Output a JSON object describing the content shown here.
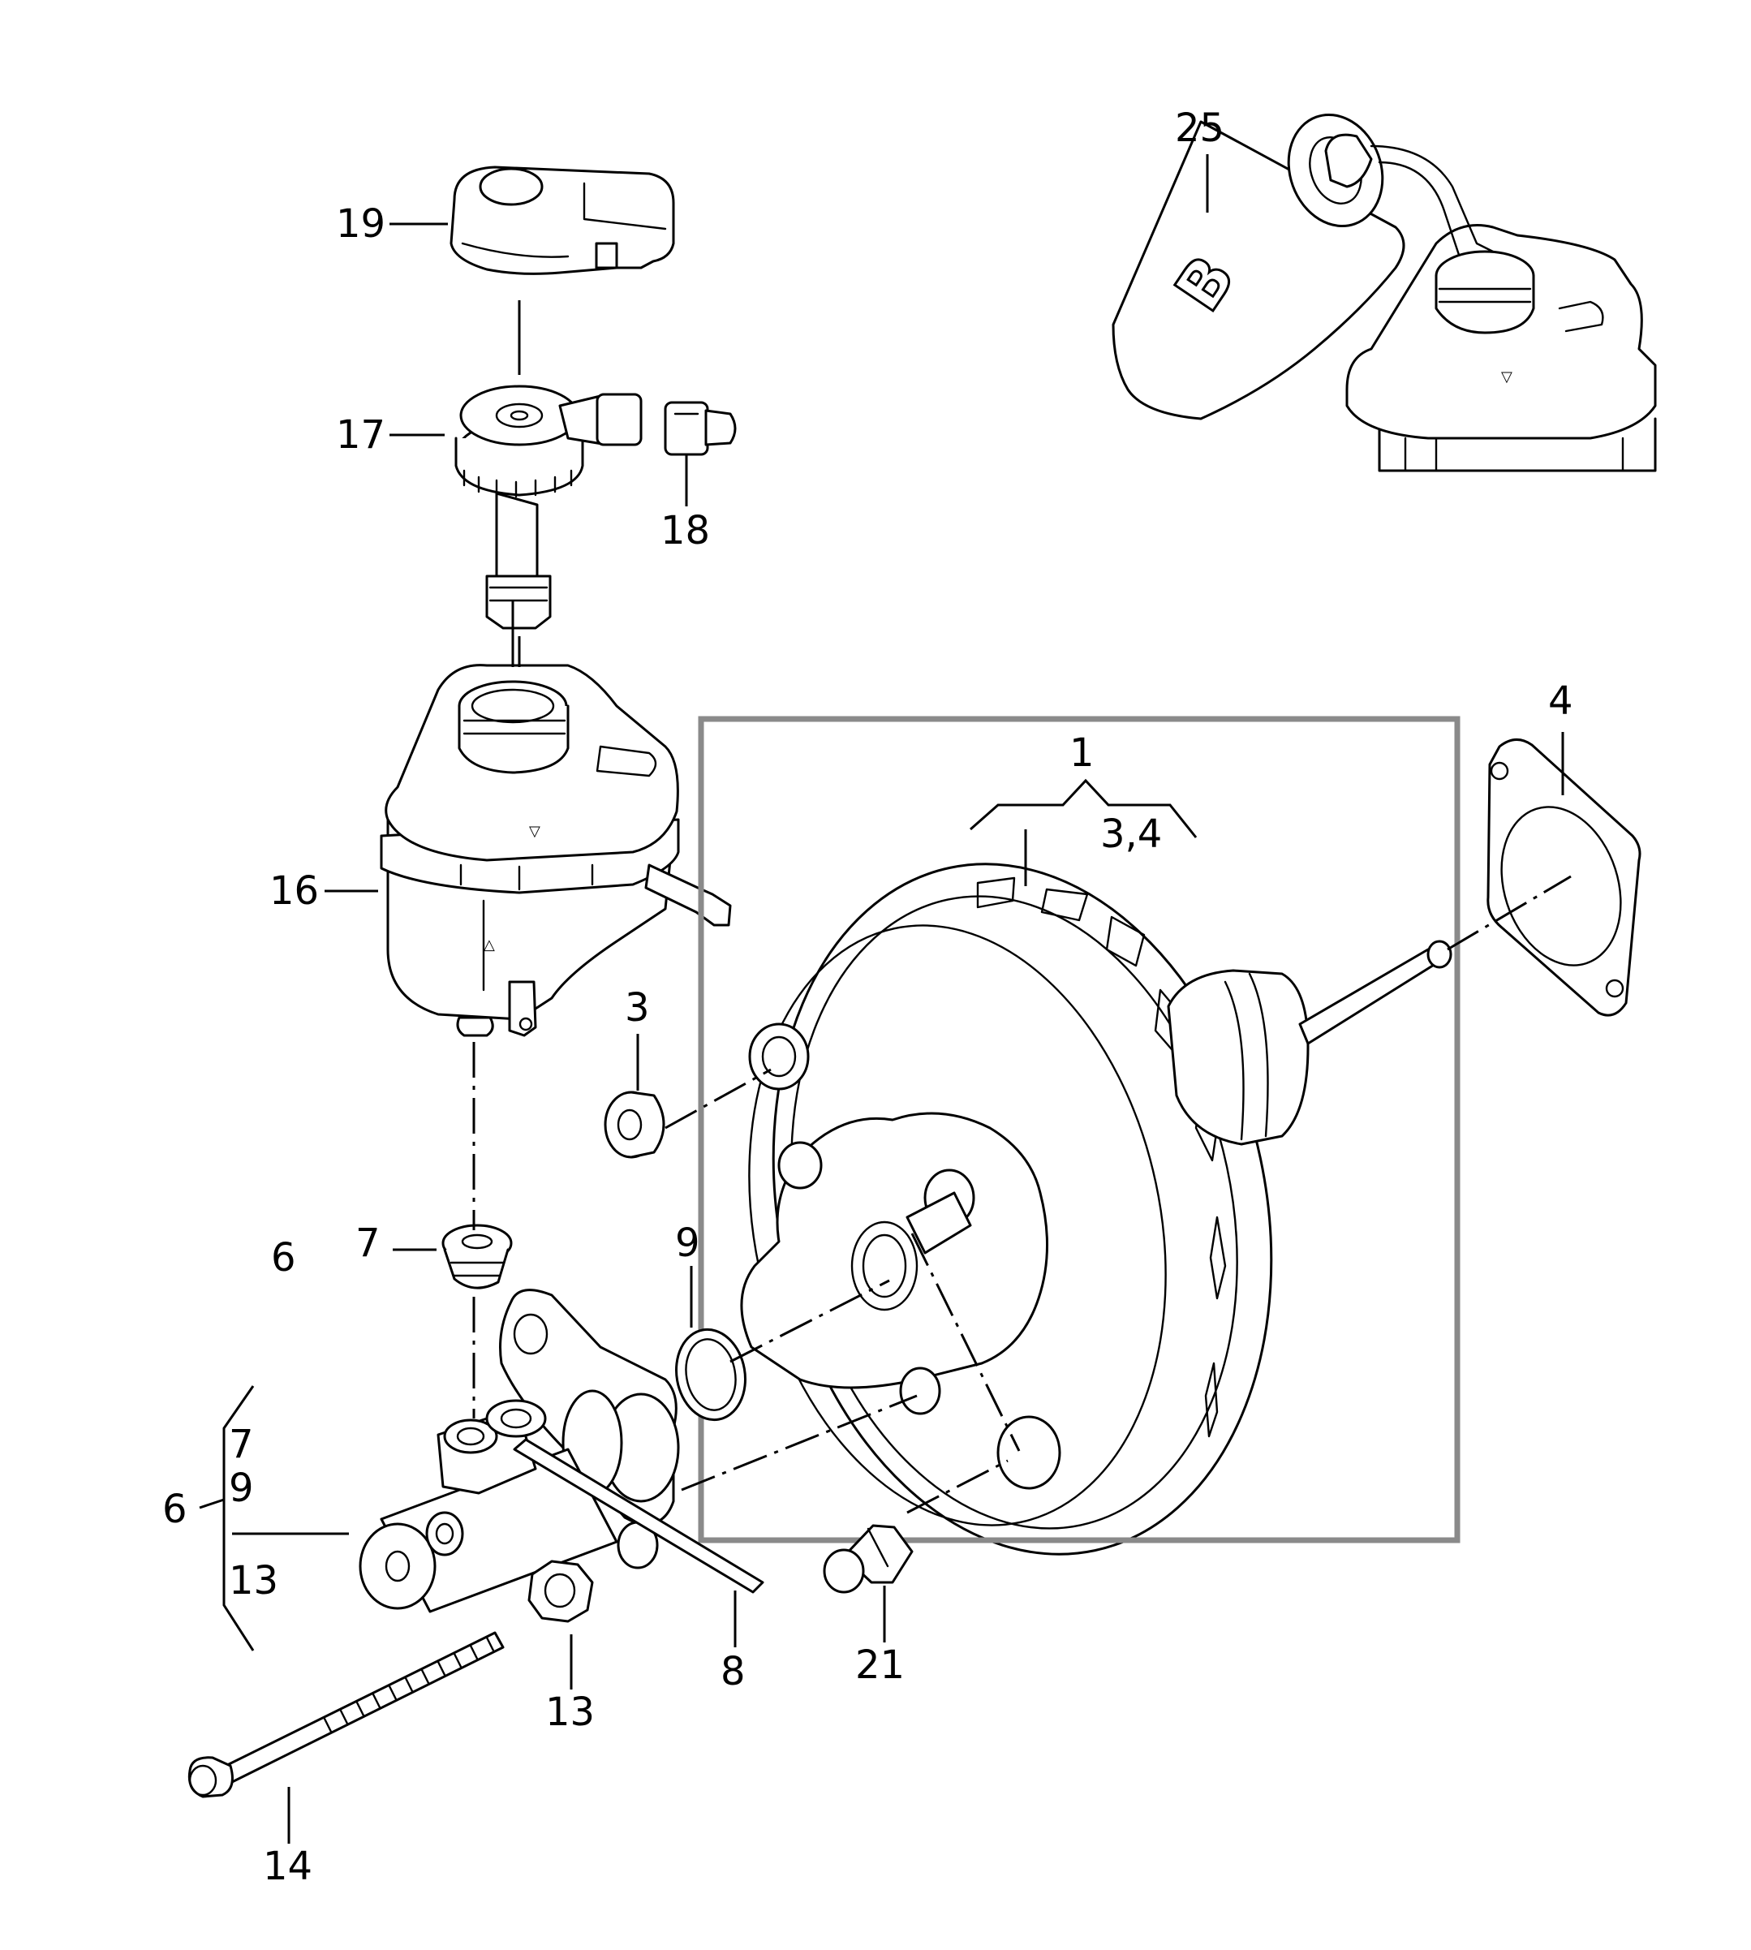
{
  "callouts": {
    "c1": "1",
    "c3_4": "3,4",
    "c4": "4",
    "c3": "3",
    "c6a": "6",
    "c7a": "7",
    "c9a": "9",
    "c6b": "6",
    "c7b": "7",
    "c9b": "9",
    "c13a": "13",
    "c8": "8",
    "c13b": "13",
    "c14": "14",
    "c16": "16",
    "c17": "17",
    "c18": "18",
    "c19": "19",
    "c21": "21",
    "c25": "25"
  },
  "bottle_letter": "B",
  "level_marks": {
    "reservoir_arrow": "▽",
    "reservoir_side_arrow": "△",
    "detail_arrow": "▽"
  }
}
